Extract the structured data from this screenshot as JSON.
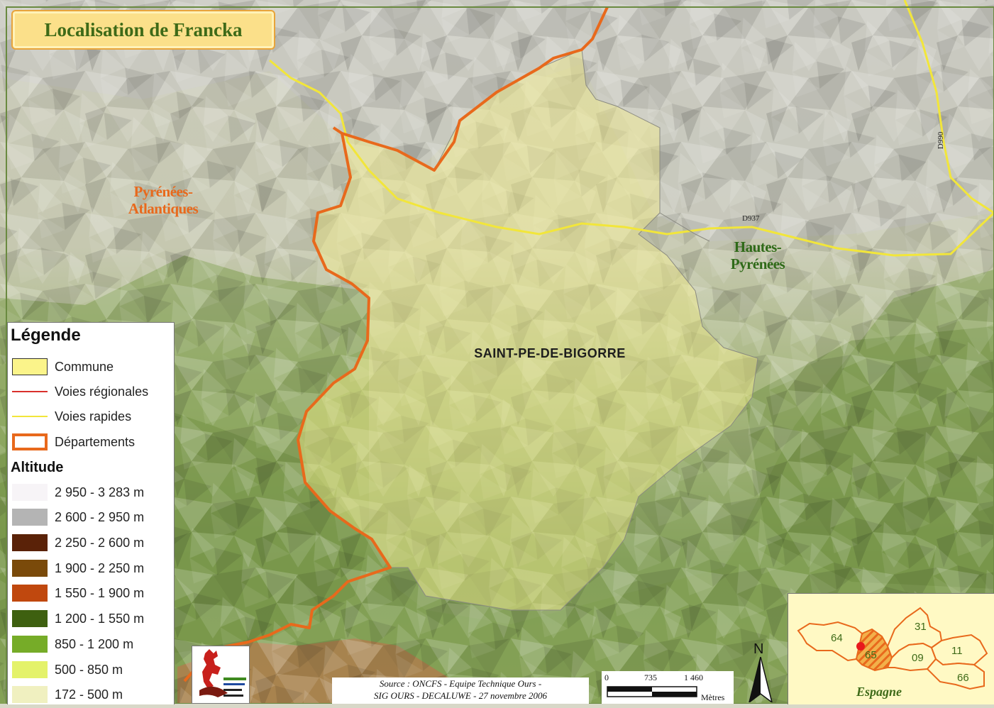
{
  "title": "Localisation de Francka",
  "departments": {
    "pyrenees_atlantiques": [
      "Pyrénées-",
      "Atlantiques"
    ],
    "hautes_pyrenees": [
      "Hautes-",
      "Pyrénées"
    ]
  },
  "roads": {
    "d937": "D937",
    "d990": "D990"
  },
  "commune_label": "SAINT-PE-DE-BIGORRE",
  "legend": {
    "title": "Légende",
    "lines": [
      {
        "label": "Commune",
        "color": "#fbf48a"
      },
      {
        "label": "Voies régionales",
        "color": "#d9302c"
      },
      {
        "label": "Voies rapides",
        "color": "#f2e63a"
      },
      {
        "label": "Départements",
        "color": "#e8691c"
      }
    ],
    "altitude_title": "Altitude",
    "altitude": [
      {
        "label": "2 950 - 3 283 m",
        "color": "#f7f4f7"
      },
      {
        "label": "2 600 - 2 950 m",
        "color": "#b4b4b4"
      },
      {
        "label": "2 250 - 2 600 m",
        "color": "#5a2208"
      },
      {
        "label": "1 900 - 2 250 m",
        "color": "#7a4a0a"
      },
      {
        "label": "1 550 - 1 900 m",
        "color": "#c0480e"
      },
      {
        "label": "1 200 - 1 550 m",
        "color": "#3e6010"
      },
      {
        "label": "850 - 1 200 m",
        "color": "#76ac28"
      },
      {
        "label": "500 - 850 m",
        "color": "#e4f26a"
      },
      {
        "label": "172 - 500 m",
        "color": "#f0f0c0"
      }
    ]
  },
  "source": [
    "Source : ONCFS - Equipe Technique Ours -",
    "SIG OURS - DECALUWE - 27 novembre 2006"
  ],
  "scale": {
    "ticks": [
      "0",
      "735",
      "1 460"
    ],
    "unit": "Mètres"
  },
  "north": "N",
  "inset": {
    "departments": [
      "64",
      "65",
      "31",
      "09",
      "11",
      "66"
    ],
    "country": "Espagne",
    "location_color": "#e8191c"
  }
}
